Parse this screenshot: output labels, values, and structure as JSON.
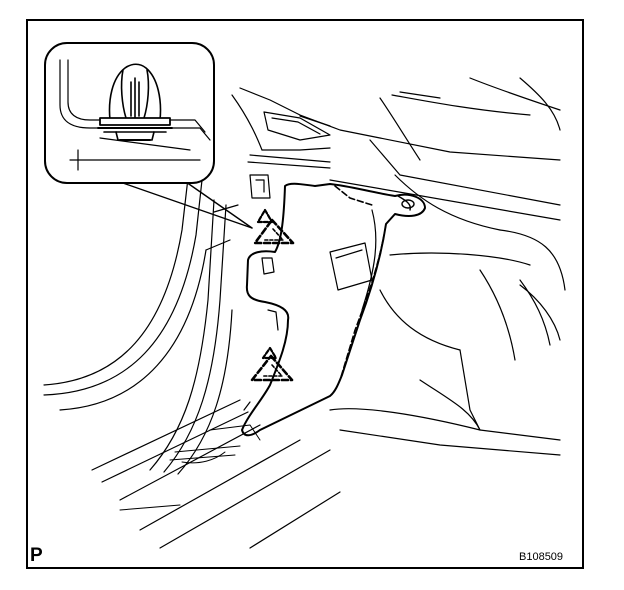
{
  "figure": {
    "view_letter": "P",
    "reference_code": "B108509"
  },
  "style": {
    "line_color": "#000000",
    "background": "#ffffff"
  },
  "callout": {
    "icon": "push-clip-icon"
  },
  "clip_markers": {
    "count": 2,
    "icon": "clip-location-triangle-icon"
  }
}
